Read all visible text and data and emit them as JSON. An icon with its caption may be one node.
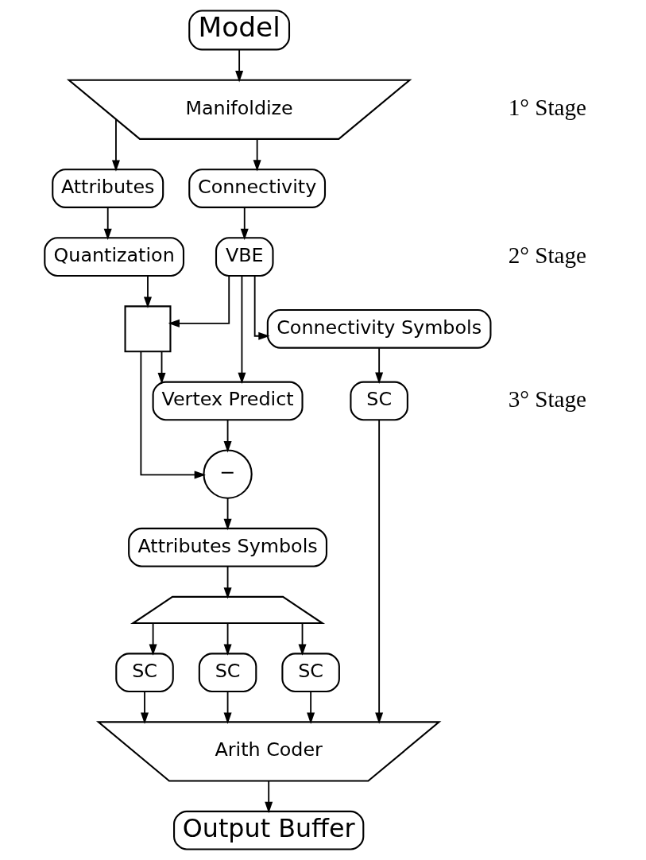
{
  "diagram": {
    "nodes": [
      {
        "text": [
          "Model"
        ]
      },
      {
        "text": [
          "Manifoldize"
        ]
      },
      {
        "text": [
          "Connectivity"
        ]
      },
      {
        "text": [
          "Attributes"
        ]
      },
      {
        "text": [
          "Quantization"
        ]
      },
      {
        "text": [],
        "shape": "box"
      },
      {
        "text": [
          "VBE"
        ]
      },
      {
        "text": [
          "Vertex Predict"
        ]
      },
      {
        "text": [
          "−"
        ]
      },
      {
        "text": [
          "Connectivity Symbols"
        ]
      },
      {
        "text": [
          "Attributes Symbols"
        ]
      },
      {
        "text": [],
        "shape": "trapezoid"
      },
      {
        "text": [
          "SC"
        ]
      },
      {
        "text": [
          "SC"
        ]
      },
      {
        "text": [
          "SC"
        ]
      },
      {
        "text": [
          "SC"
        ]
      },
      {
        "text": [
          "Arith Coder"
        ]
      },
      {
        "text": [
          "Output Buffer"
        ]
      }
    ],
    "edges": [
      {
        "from": 0,
        "to": 1,
        "arrow": "to"
      },
      {
        "from": 1,
        "to": 2,
        "arrow": "to"
      },
      {
        "from": 1,
        "to": 3,
        "arrow": "to"
      },
      {
        "from": 3,
        "to": 4,
        "arrow": "to"
      },
      {
        "from": 4,
        "to": 5,
        "arrow": "to"
      },
      {
        "from": 2,
        "to": 6,
        "arrow": "to"
      },
      {
        "from": 6,
        "to": 7,
        "arrow": "to"
      },
      {
        "from": 6,
        "to": 5,
        "arrow": "to"
      },
      {
        "from": 5,
        "to": 7,
        "arrow": "to"
      },
      {
        "from": 5,
        "to": 8,
        "arrow": "to"
      },
      {
        "from": 7,
        "to": 8,
        "arrow": "to"
      },
      {
        "from": 8,
        "to": 10,
        "arrow": "to"
      },
      {
        "from": 6,
        "to": 9,
        "arrow": "to"
      },
      {
        "from": 9,
        "to": 12,
        "arrow": "to"
      },
      {
        "from": 10,
        "to": 11,
        "arrow": "to"
      },
      {
        "from": 11,
        "to": 13,
        "arrow": "to"
      },
      {
        "from": 11,
        "to": 14,
        "arrow": "to"
      },
      {
        "from": 11,
        "to": 15,
        "arrow": "to"
      },
      {
        "from": 12,
        "to": 16,
        "arrow": "to"
      },
      {
        "from": 13,
        "to": 16,
        "arrow": "to"
      },
      {
        "from": 14,
        "to": 16,
        "arrow": "to"
      },
      {
        "from": 15,
        "to": 16,
        "arrow": "to"
      },
      {
        "from": 16,
        "to": 17,
        "arrow": "to"
      }
    ],
    "labels": [
      "1° Stage",
      "2° Stage",
      "3° Stage"
    ]
  }
}
